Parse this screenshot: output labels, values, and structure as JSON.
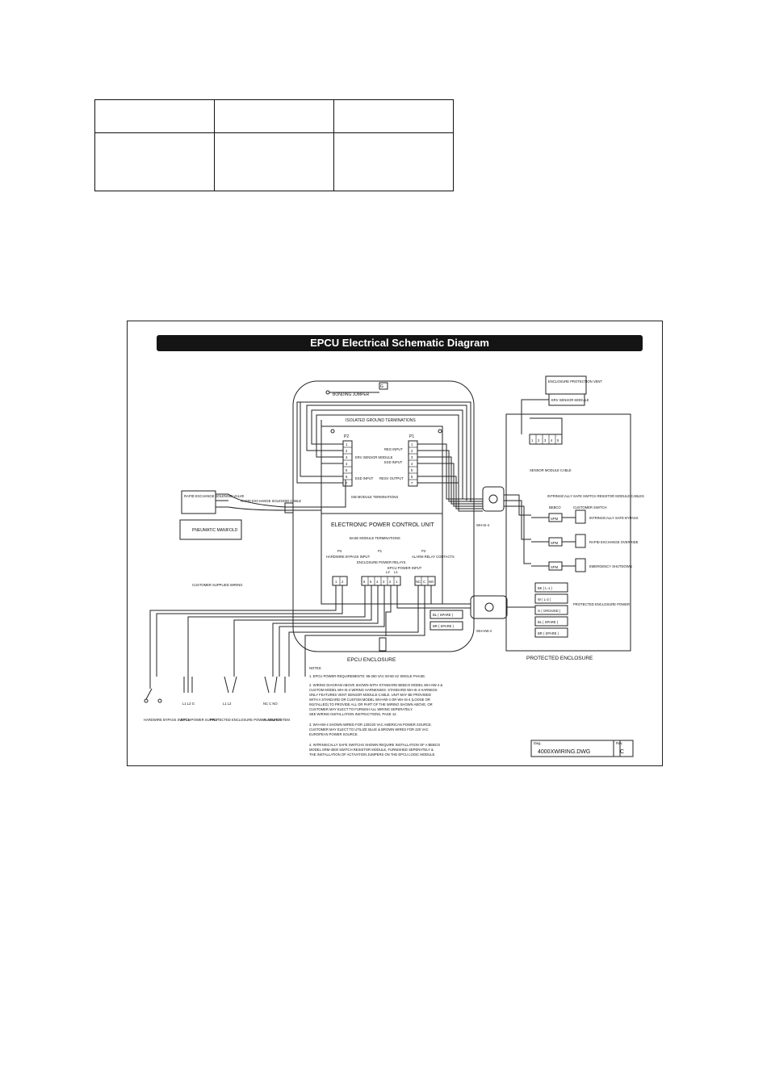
{
  "page": {
    "background": "#ffffff"
  },
  "header_table": {
    "rows": 2,
    "columns": 3,
    "cells": [
      [
        "",
        "",
        ""
      ],
      [
        "",
        "",
        ""
      ]
    ]
  },
  "diagram": {
    "title": "EPCU Electrical Schematic Diagram",
    "epcu": {
      "enclosure_label": "EPCU ENCLOSURE",
      "unit_label": "ELECTRONIC POWER CONTROL UNIT",
      "bonding_jumper": "BONDING JUMPER",
      "isolated_ground": "ISOLATED GROUND TERMINATIONS",
      "ground_marker": "G",
      "p2": "P2",
      "p1": "P1",
      "p2_terms": [
        "1",
        "2",
        "3",
        "4",
        "5",
        "6",
        "7"
      ],
      "p1_terms": [
        "1",
        "2",
        "3",
        "4",
        "5",
        "6",
        "7"
      ],
      "erv_sensor_module": "ERV SENSOR MODULE",
      "esd_input_left": "ESD INPUT",
      "reg_input": "REG INPUT",
      "esd_input_right": "ESD INPUT",
      "resv_output": "RESV OUTPUT",
      "isb_terminations": "ISB MODULE TERMINATIONS",
      "base_terminations": "BASE MODULE TERMINATIONS",
      "p4": "P4",
      "p1b": "P1",
      "p3": "P3",
      "hardwire_bypass_input": "HARDWIRE BYPASS INPUT",
      "enclosure_power_relays": "ENCLOSURE POWER RELAYS",
      "epcu_power_input": "EPCU POWER INPUT",
      "alarm_relay_contacts": "ALARM RELAY CONTACTS",
      "p4_terms": [
        "1",
        "2"
      ],
      "p1b_terms": [
        "6",
        "5",
        "4",
        "3",
        "2",
        "1"
      ],
      "p3_terms": [
        "NC",
        "C",
        "NO"
      ],
      "l2": "L2",
      "l1": "L1",
      "customer_wiring": "CUSTOMER SUPPLIED WIRING"
    },
    "left": {
      "rapid_exchange_valve": "RAPID EXCHANGE SOLENOID VALVE",
      "rapid_cable": "RAPID EXCHANGE SOLENOID CABLE",
      "pneumatic_manifold": "PNEUMATIC MANIFOLD"
    },
    "protected": {
      "enclosure_label": "PROTECTED ENCLOSURE",
      "vent": "ENCLOSURE PROTECTION VENT",
      "erv_sensor": "ERV SENSOR MODULE",
      "sensor_cable": "SENSOR MODULE CABLE",
      "terminal_nums": [
        "1",
        "2",
        "3",
        "4",
        "5"
      ],
      "isr_cables": "INTRINSICALLY SAFE SWITCH RESISTOR MODULE CABLES",
      "bebco": "BEBCO",
      "customer_switch": "CUSTOMER SWITCH",
      "spm": "SPM",
      "switch_labels": [
        "INTRINSICALLY SAFE BYPASS",
        "RAPID EXCHANGE OVERRIDE",
        "EMERGENCY SHUTDOWN"
      ],
      "power_rows": [
        "BK ( L-1 )",
        "W ( L-2 )",
        "G ( GROUND )",
        "BL ( SPARE )",
        "BR ( SPARE )"
      ],
      "protected_power": "PROTECTED ENCLOSURE POWER",
      "spare_rows": [
        "BL ( SPARE )",
        "BR ( SPARE )"
      ]
    },
    "harnesses": {
      "is": "WH-IS-4",
      "hw": "WH-HW-4"
    },
    "external": [
      {
        "terms": "",
        "label": "HARDWIRE BYPASS SWITCH"
      },
      {
        "terms": "L1  L2  G",
        "label": "EPCU POWER SUPPLY"
      },
      {
        "terms": "L1  L2",
        "label": "PROTECTED ENCLOSURE POWER SOURCE"
      },
      {
        "terms": "NC  C  NO",
        "label": "ALARM SYSTEM"
      }
    ],
    "notes": {
      "heading": "NOTES:",
      "items": [
        "1.  EPCU POWER REQUIREMENTS: 85-250 VAC 50-60 Hz SINGLE PHASE.",
        "2.  WIRING DIAGRAM ABOVE SHOWN WITH STANDARD BEBCO MODEL WH-HW-4 &",
        "     CUSTOM MODEL WH-IS-4 WIRING HARNESSES. STANDARD WH-IS-4 HARNESS",
        "     ONLY FEATURES VENT SENSOR MODULE CABLE. UNIT MAY BE PROVIDED",
        "     WITH A STANDARD OR CUSTOM MODEL WH-HW-4 OR WH-IS-4 (LOOSE OR",
        "     INSTALLED) TO PROVIDE ALL OR PART OF THE WIRING SHOWN ABOVE, OR",
        "     CUSTOMER MAY ELECT TO FURNISH ALL WIRING SEPERATELY.",
        "     SEE WIRING INSTALLATION INSTRUCTIONS, PAGE 14.",
        "3.  WH-HW-4 SHOWN WIRED FOR 120/220 VAC AMERICAN POWER SOURCE.",
        "     CUSTOMER MAY ELECT TO UTILIZE BLUE & BROWN WIRES FOR 220 VAC",
        "     EUROPEAN POWER SOURCE.",
        "4.  INTRINSICALLY SAFE SWITCHS SHOWN REQUIRE INSTALLATION OF A BEBCO",
        "     MODEL SRM-4000 SWITCH RESISTOR MODULE, FURNISHED SEPERATELY &",
        "     THE INSTALLATION OF ACTIVATION JUMPERS ON THE EPCU LOGIC MODULE."
      ]
    },
    "title_block": {
      "dwg_label": "Dwg.",
      "dwg": "4000XWIRING.DWG",
      "rev_label": "Rev.",
      "rev": "C"
    }
  }
}
